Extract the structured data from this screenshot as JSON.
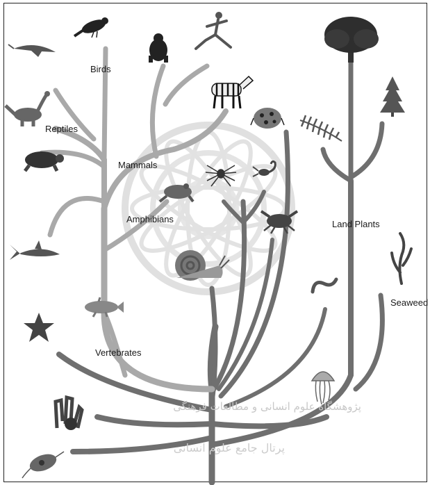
{
  "labels": {
    "birds": "Birds",
    "reptiles": "Reptiles",
    "mammals": "Mammals",
    "amphibians": "Amphibians",
    "land_plants": "Land Plants",
    "vertebrates": "Vertebrates",
    "seaweed": "Seaweed"
  },
  "organisms": [
    "pterosaur",
    "crow",
    "gorilla",
    "running-human",
    "oak-tree",
    "zebra",
    "fir-tree",
    "dinosaur",
    "ladybug",
    "fern",
    "turtle",
    "spider",
    "scorpion",
    "frog",
    "crab",
    "shark",
    "seaweed",
    "snail",
    "worm",
    "coelacanth",
    "starfish",
    "jellyfish",
    "sponge",
    "protist"
  ],
  "watermark": {
    "line1": "پژوهشگاه علوم انسانی و مطالعات فرهنگی",
    "line2": "پرتال جامع علوم انسانی"
  }
}
